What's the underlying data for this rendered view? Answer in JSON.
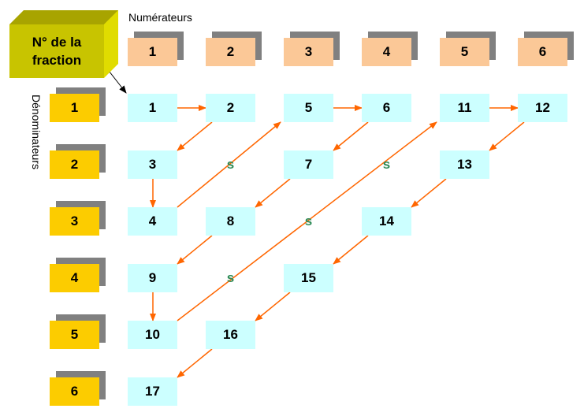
{
  "title_box": {
    "line1": "N° de la",
    "line2": "fraction"
  },
  "numerators_label": "Numérateurs",
  "denominators_label": "Dénominateurs",
  "numerators": [
    "1",
    "2",
    "3",
    "4",
    "5",
    "6"
  ],
  "denominators": [
    "1",
    "2",
    "3",
    "4",
    "5",
    "6"
  ],
  "grid": [
    [
      "1",
      "2",
      "5",
      "6",
      "11",
      "12"
    ],
    [
      "3",
      "s",
      "7",
      "s",
      "13"
    ],
    [
      "4",
      "8",
      "s",
      "14"
    ],
    [
      "9",
      "s",
      "15"
    ],
    [
      "10",
      "16"
    ],
    [
      "17"
    ]
  ],
  "arrow_color": "#ff6600",
  "path_order": [
    "1",
    "2",
    "3",
    "4",
    "5",
    "6",
    "7",
    "8",
    "9",
    "10",
    "11",
    "12",
    "13",
    "14",
    "15",
    "16",
    "17"
  ]
}
